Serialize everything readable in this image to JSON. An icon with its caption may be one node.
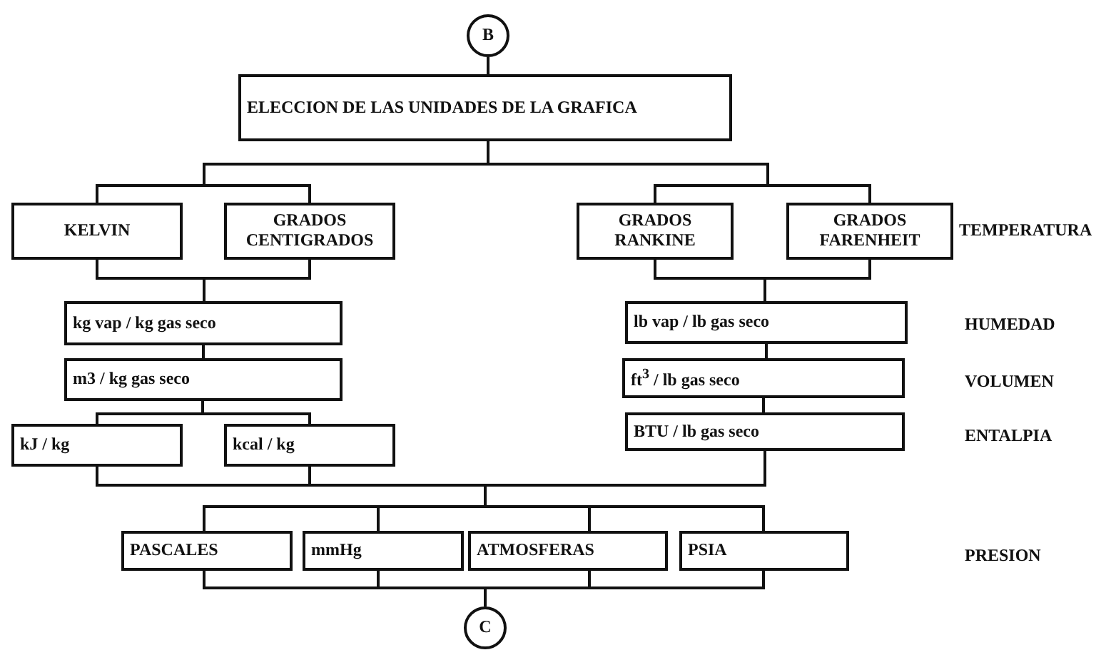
{
  "diagram": {
    "nodes": [
      {
        "text": [
          "B"
        ]
      },
      {
        "text": [
          "ELECCION DE LAS UNIDADES DE LA GRAFICA"
        ]
      },
      {
        "text": [
          "KELVIN"
        ]
      },
      {
        "text": [
          "GRADOS CENTIGRADOS"
        ]
      },
      {
        "text": [
          "GRADOS RANKINE"
        ]
      },
      {
        "text": [
          "GRADOS FARENHEIT"
        ]
      },
      {
        "text": [
          "kg vap / kg gas seco"
        ]
      },
      {
        "text": [
          "m3 / kg gas seco"
        ]
      },
      {
        "text": [
          "kJ / kg"
        ]
      },
      {
        "text": [
          "kcal / kg"
        ]
      },
      {
        "text": [
          "lb vap / lb gas seco"
        ]
      },
      {
        "text": [
          "ft$^{3}$ / lb gas seco"
        ]
      },
      {
        "text": [
          "BTU / lb gas seco"
        ]
      },
      {
        "text": [
          "PASCALES"
        ]
      },
      {
        "text": [
          "mmHg"
        ]
      },
      {
        "text": [
          "ATMOSFERAS"
        ]
      },
      {
        "text": [
          "PSIA"
        ]
      },
      {
        "text": [
          "C"
        ]
      }
    ],
    "edges": [
      {
        "from": 0,
        "to": 1,
        "arrow": "none"
      },
      {
        "from": 1,
        "to": 2,
        "arrow": "none"
      },
      {
        "from": 1,
        "to": 3,
        "arrow": "none"
      },
      {
        "from": 1,
        "to": 4,
        "arrow": "none"
      },
      {
        "from": 1,
        "to": 5,
        "arrow": "none"
      },
      {
        "from": 2,
        "to": 6,
        "arrow": "none"
      },
      {
        "from": 3,
        "to": 6,
        "arrow": "none"
      },
      {
        "from": 4,
        "to": 10,
        "arrow": "none"
      },
      {
        "from": 5,
        "to": 10,
        "arrow": "none"
      },
      {
        "from": 6,
        "to": 7,
        "arrow": "none"
      },
      {
        "from": 7,
        "to": 8,
        "arrow": "none"
      },
      {
        "from": 7,
        "to": 9,
        "arrow": "none"
      },
      {
        "from": 10,
        "to": 11,
        "arrow": "none"
      },
      {
        "from": 11,
        "to": 12,
        "arrow": "none"
      },
      {
        "from": 8,
        "to": 13,
        "arrow": "none"
      },
      {
        "from": 8,
        "to": 14,
        "arrow": "none"
      },
      {
        "from": 8,
        "to": 15,
        "arrow": "none"
      },
      {
        "from": 8,
        "to": 16,
        "arrow": "none"
      },
      {
        "from": 9,
        "to": 13,
        "arrow": "none"
      },
      {
        "from": 9,
        "to": 14,
        "arrow": "none"
      },
      {
        "from": 9,
        "to": 15,
        "arrow": "none"
      },
      {
        "from": 9,
        "to": 16,
        "arrow": "none"
      },
      {
        "from": 12,
        "to": 13,
        "arrow": "none"
      },
      {
        "from": 12,
        "to": 14,
        "arrow": "none"
      },
      {
        "from": 12,
        "to": 15,
        "arrow": "none"
      },
      {
        "from": 12,
        "to": 16,
        "arrow": "none"
      },
      {
        "from": 13,
        "to": 17,
        "arrow": "none"
      },
      {
        "from": 14,
        "to": 17,
        "arrow": "none"
      },
      {
        "from": 15,
        "to": 17,
        "arrow": "none"
      },
      {
        "from": 16,
        "to": 17,
        "arrow": "none"
      }
    ],
    "labels": [
      "TEMPERATURA",
      "HUMEDAD",
      "VOLUMEN",
      "ENTALPIA",
      "PRESION"
    ]
  }
}
